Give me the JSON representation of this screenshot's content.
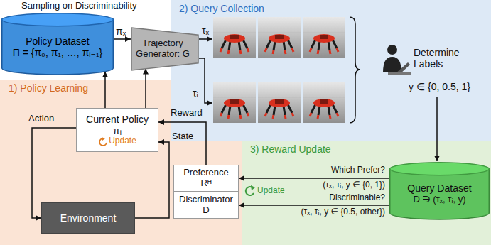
{
  "diagram": {
    "nodes": [
      {
        "text": [
          "Policy Dataset",
          "Π = {π₀, π₁, …, πᵢ₋₁}"
        ]
      },
      {
        "text": [
          "2) Query Collection"
        ]
      },
      {
        "text": [
          "Trajectory Generator: G"
        ]
      },
      {
        "text": [
          "1) Policy Learning"
        ]
      },
      {
        "text": [
          "Current Policy",
          "πᵢ",
          "Update"
        ],
        "in": 3
      },
      {
        "text": [
          "Preference",
          "Rᴴ"
        ],
        "in": 3
      },
      {
        "text": [
          "Discriminator",
          "D"
        ],
        "in": 3
      },
      {
        "text": [
          "Environment"
        ],
        "in": 3
      },
      {
        "text": [
          "3) Reward Update"
        ]
      },
      {
        "text": [
          "Query Dataset",
          "D ∋ (τₓ, τᵢ, y)"
        ],
        "in": 8
      }
    ],
    "edges": [
      {
        "from": 0,
        "to": 2,
        "arrow": "to",
        "label": "πₓ"
      },
      {
        "from": 4,
        "to": 2,
        "arrow": "to"
      },
      {
        "from": 4,
        "to": 0,
        "arrow": "to"
      },
      {
        "from": 4,
        "to": 7,
        "arrow": "to",
        "label": "Action"
      },
      {
        "from": 7,
        "to": 4,
        "arrow": "to",
        "label": "State"
      },
      {
        "from": 5,
        "to": 4,
        "arrow": "to",
        "label": "Reward"
      },
      {
        "from": 9,
        "to": 5,
        "arrow": "to",
        "label": "Which Prefer?"
      },
      {
        "from": 9,
        "to": 6,
        "arrow": "to",
        "label": "Discriminable?"
      }
    ],
    "labels": [
      "Sampling on Discriminability",
      "τₓ",
      "τᵢ",
      "Determine Labels",
      "y ∈ {0, 0.5, 1}",
      "Update",
      "(τₓ, τᵢ, y ∈ {0, 1})",
      "(τₓ, τᵢ, y ∈ {0.5, other})"
    ]
  }
}
